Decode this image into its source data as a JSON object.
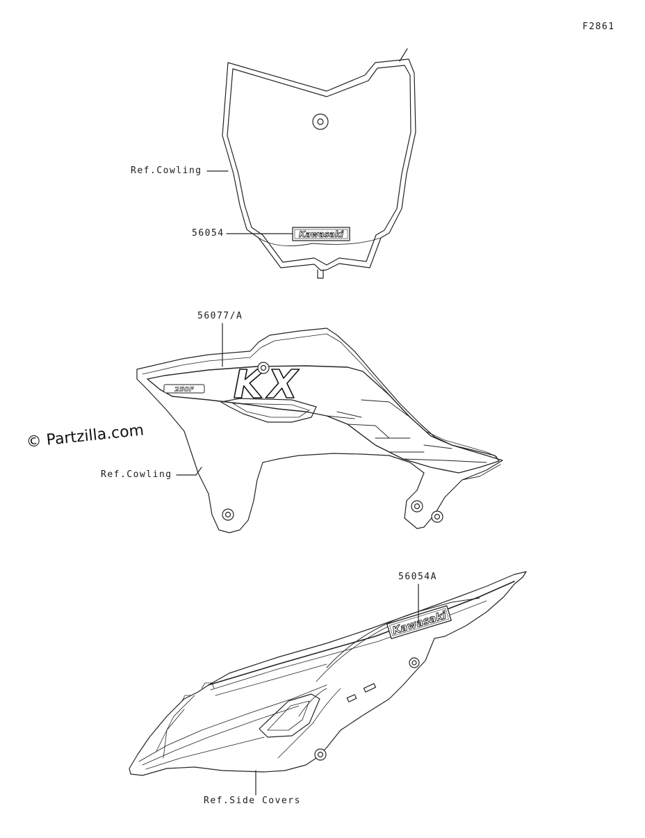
{
  "figure_code": "F2861",
  "watermark": "© Partzilla.com",
  "callouts": {
    "front_ref": "Ref.Cowling",
    "front_part": "56054",
    "shroud_part": "56077/A",
    "shroud_ref": "Ref.Cowling",
    "side_part": "56054A",
    "side_ref": "Ref.Side Covers"
  },
  "decal_text": {
    "front_logo": "Kawasaki",
    "side_logo": "Kawasaki",
    "shroud_badge": "250F",
    "shroud_model": "KX"
  }
}
